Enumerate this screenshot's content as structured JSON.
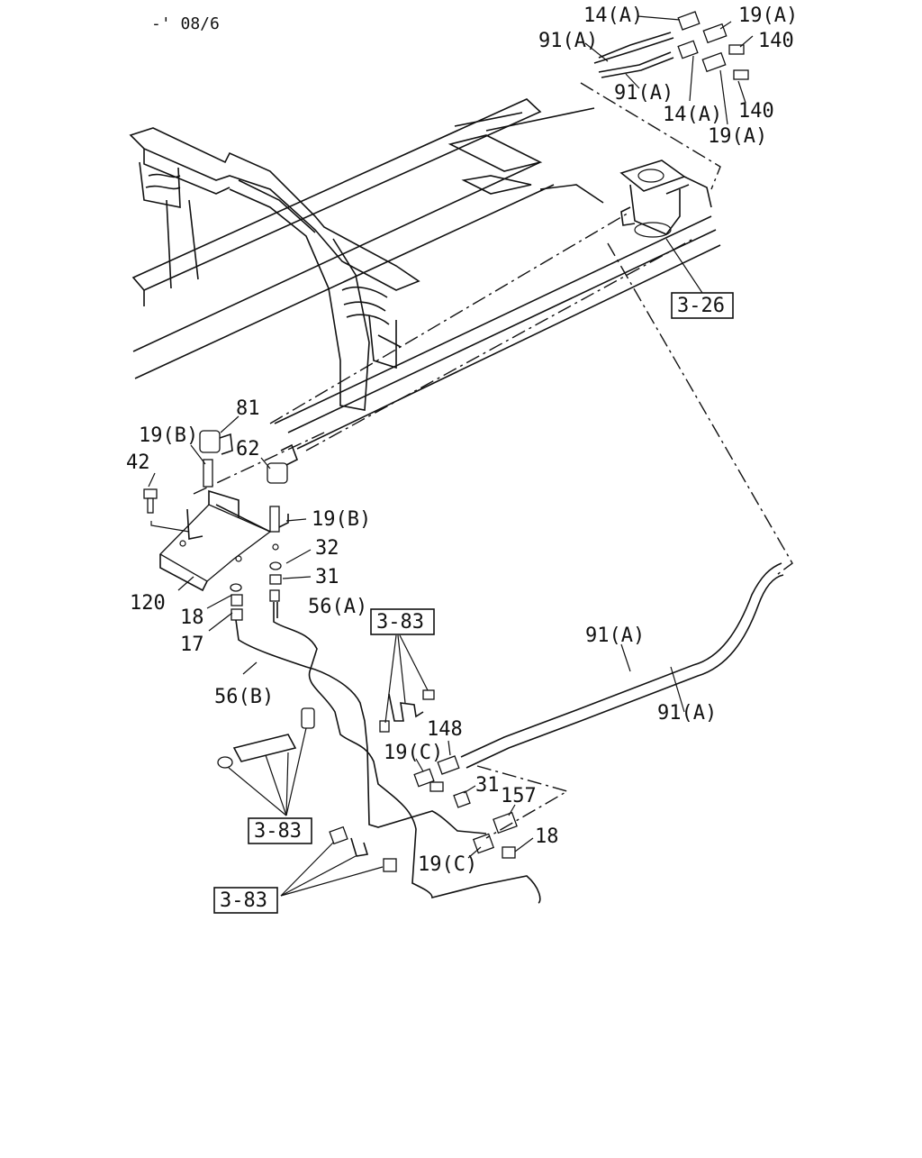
{
  "header": {
    "code": "-' 08/6"
  },
  "references": {
    "ref_3_26": "3-26",
    "ref_3_83": "3-83"
  },
  "callouts": {
    "p14a": "14(A)",
    "p19a": "19(A)",
    "p91a": "91(A)",
    "p140": "140",
    "p81": "81",
    "p19b": "19(B)",
    "p62": "62",
    "p42": "42",
    "p32": "32",
    "p31": "31",
    "p56a": "56(A)",
    "p120": "120",
    "p18": "18",
    "p17": "17",
    "p56b": "56(B)",
    "p148": "148",
    "p19c": "19(C)",
    "p157": "157"
  }
}
